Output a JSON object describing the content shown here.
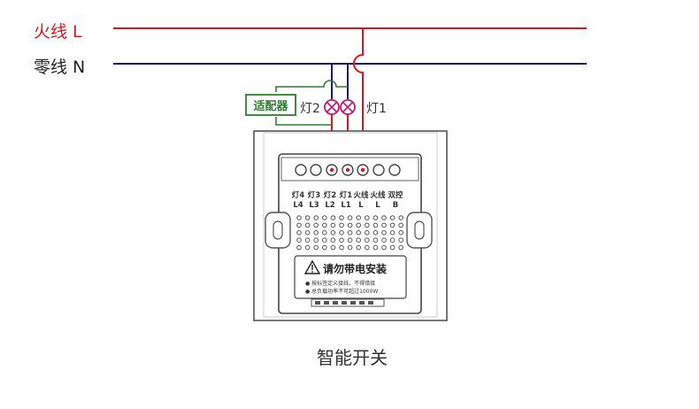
{
  "lines": {
    "live": {
      "label": "火线 L",
      "color": "#e0141e"
    },
    "neutral": {
      "label": "零线 N",
      "color": "#1a1a6e"
    }
  },
  "adapter": {
    "label": "适配器",
    "color": "#2e7d32"
  },
  "lamps": [
    {
      "label": "灯2"
    },
    {
      "label": "灯1"
    }
  ],
  "terminals": {
    "top": [
      "灯4",
      "灯3",
      "灯2",
      "灯1",
      "火线",
      "火线",
      "双控"
    ],
    "bottom": [
      "L4",
      "L3",
      "L2",
      "L1",
      "L",
      "L",
      "B"
    ]
  },
  "warning": {
    "title": "请勿带电安装",
    "notes": [
      "● 按标签定义接线，不得错接",
      "● 总负载功率不可超过1000W"
    ]
  },
  "caption": "智能开关",
  "colors": {
    "wire_red": "#e0141e",
    "wire_blue": "#1a1a6e",
    "wire_green": "#2e7d32",
    "outline": "#555555"
  }
}
